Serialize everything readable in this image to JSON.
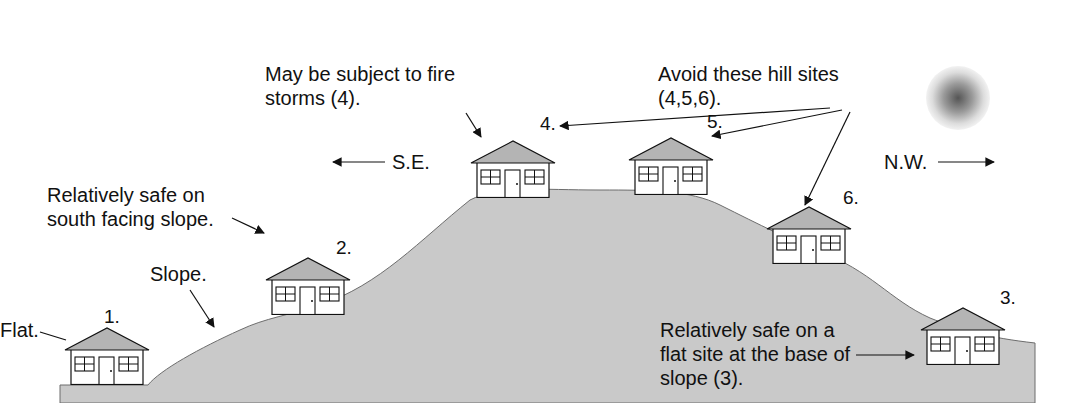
{
  "diagram": {
    "labels": [
      "May be subject to fire storms (4).",
      "Avoid these hill sites (4,5,6).",
      "S.E.",
      "N.W.",
      "Relatively safe on south facing slope.",
      "Slope.",
      "Flat.",
      "1.",
      "2.",
      "3.",
      "4.",
      "5.",
      "6.",
      "Relatively safe on a flat site at the base of slope (3)."
    ]
  }
}
